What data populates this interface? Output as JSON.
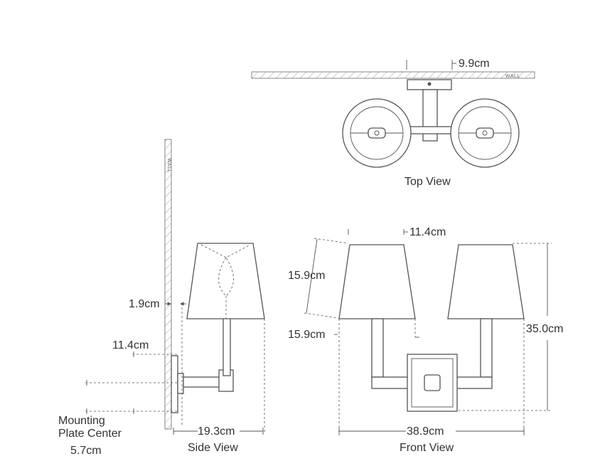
{
  "views": {
    "top": {
      "title": "Top View",
      "depth": "9.9cm",
      "wall_label": "WALL"
    },
    "side": {
      "title": "Side View",
      "wall_label": "WALL",
      "plate_offset": "1.9cm",
      "center_height": "11.4cm",
      "extension": "19.3cm",
      "plate_label_line1": "Mounting",
      "plate_label_line2": "Plate Center",
      "plate_center": "5.7cm"
    },
    "front": {
      "title": "Front View",
      "shade_top": "11.4cm",
      "shade_height": "15.9cm",
      "shade_bottom": "15.9cm",
      "height": "35.0cm",
      "width": "38.9cm"
    }
  },
  "colors": {
    "line": "#555555",
    "text": "#333333"
  }
}
